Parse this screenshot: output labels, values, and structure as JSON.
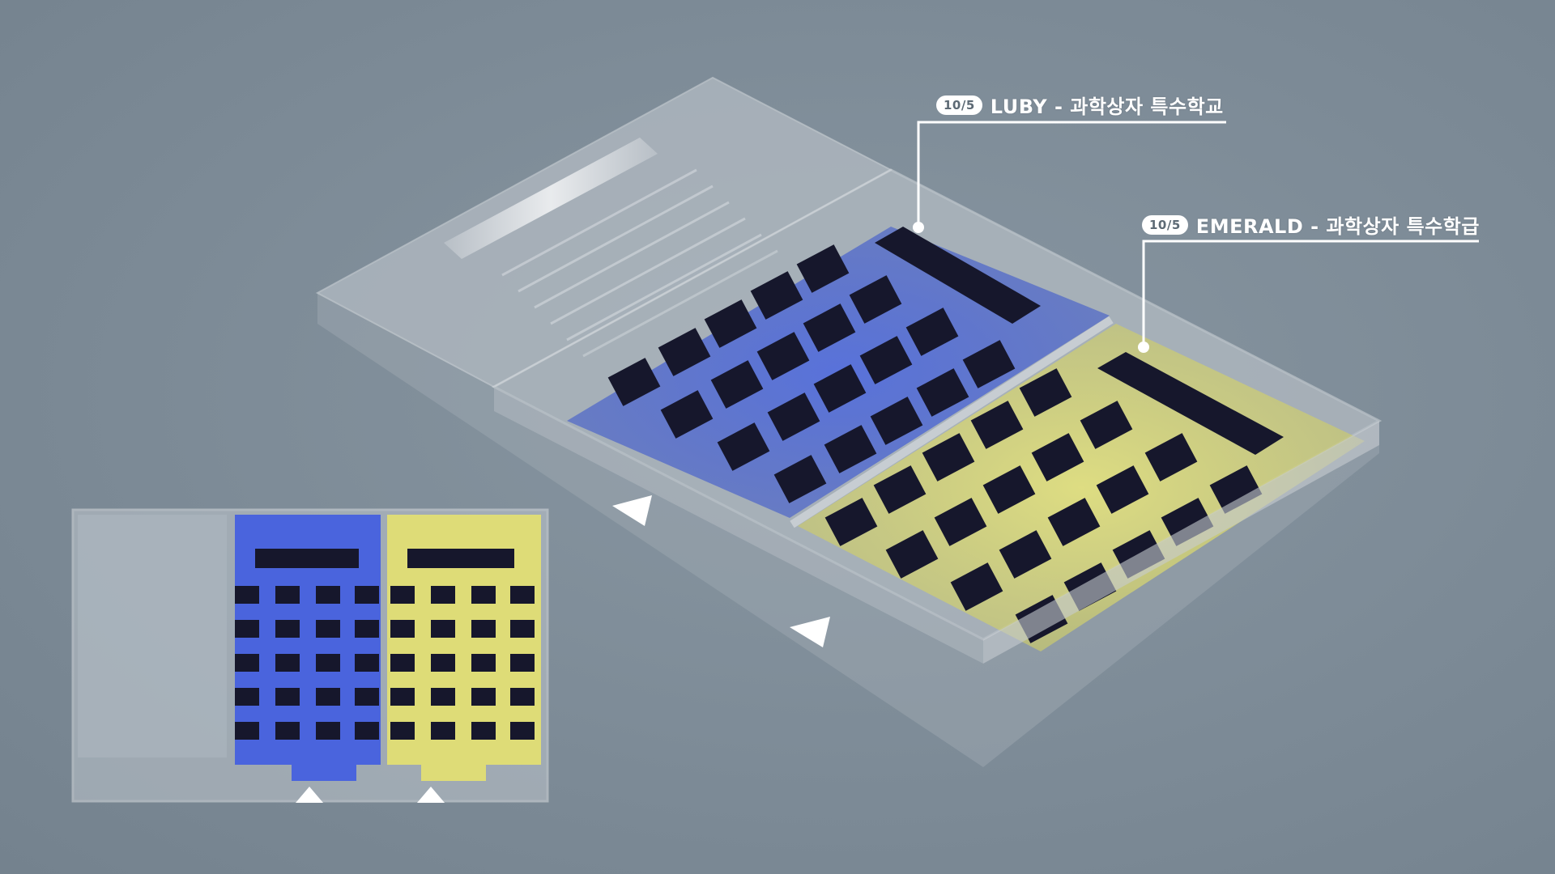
{
  "callouts": {
    "luby": {
      "date": "10/5",
      "label": "LUBY - 과학상자 특수학교"
    },
    "emerald": {
      "date": "10/5",
      "label": "EMERALD - 과학상자 특수학급"
    }
  },
  "colors": {
    "background": "#7f8d98",
    "luby_zone": "#3f5fd6",
    "emerald_zone": "#d9d871",
    "desk": "#16172c",
    "wall": "#c6ccd1",
    "entrance_arrow": "#ffffff"
  },
  "icons": {
    "entrance_marker": "entrance-arrow-icon",
    "callout_anchor": "callout-dot-icon"
  }
}
